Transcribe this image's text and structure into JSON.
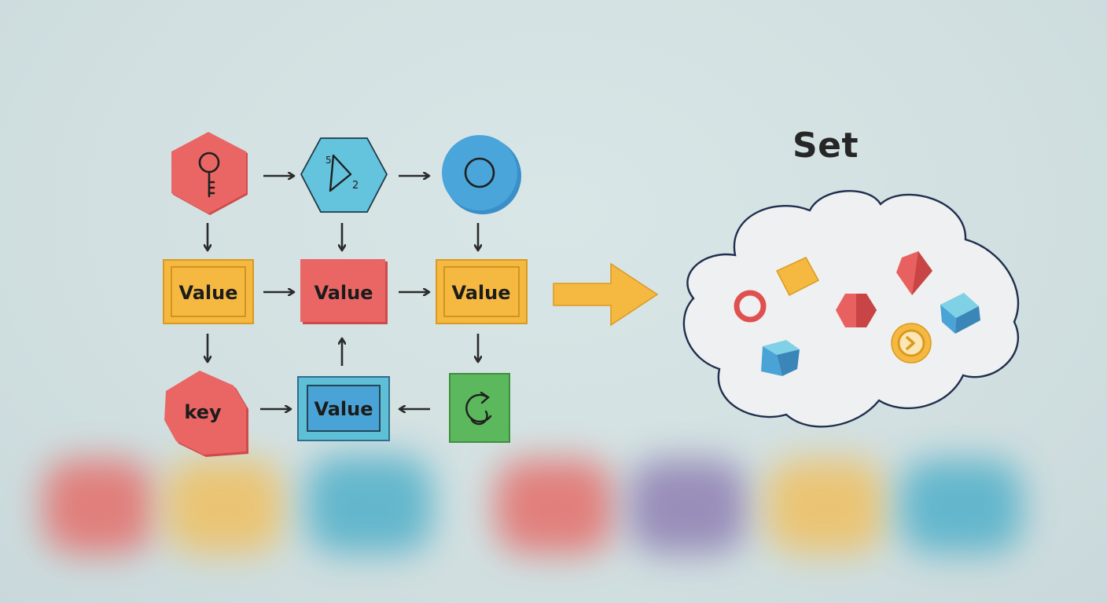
{
  "diagram": {
    "nodes": {
      "value_1": "Value",
      "value_2": "Value",
      "value_3": "Value",
      "value_4": "Value",
      "key": "key",
      "hex_small_1": "5",
      "hex_small_2": "2"
    },
    "set_title": "Set"
  },
  "colors": {
    "red": "#e8605f",
    "yellow": "#f5b942",
    "blue": "#4aa3d6",
    "teal": "#5fbfd6",
    "green": "#5cb85c",
    "purple": "#8e7bb5",
    "arrow": "#2b2b2b",
    "cloud_outline": "#1f2f4d",
    "cloud_fill": "#eef0f1"
  },
  "icons": {
    "node_1": "key-icon",
    "node_2": "triangle-icon",
    "node_3": "circle-icon",
    "node_green": "refresh-icon",
    "big_arrow": "right-arrow-icon",
    "cloud": "cloud-icon"
  }
}
